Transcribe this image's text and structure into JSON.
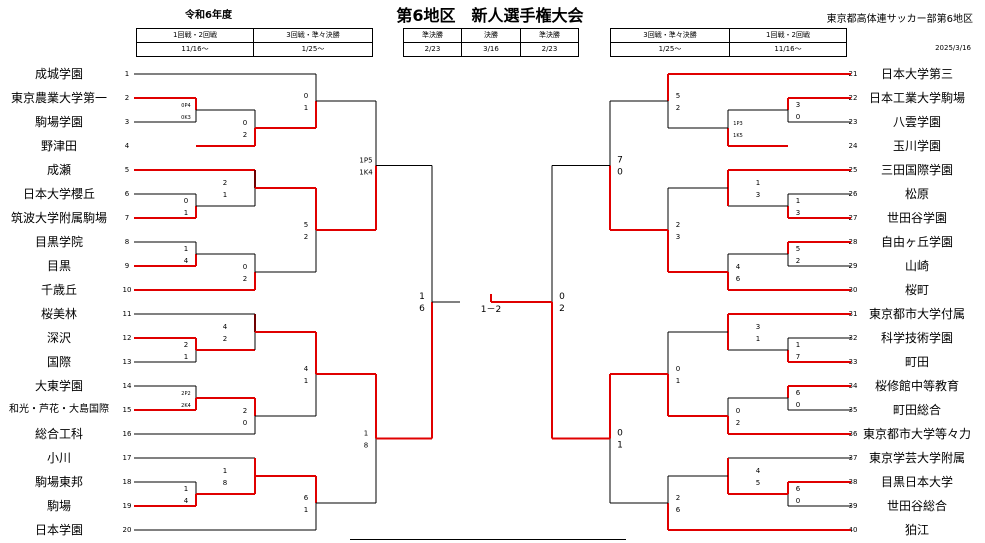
{
  "header": {
    "era": "令和6年度",
    "title": "第6地区　新人選手権大会",
    "organizer": "東京都高体連サッカー部第6地区",
    "print_date": "2025/3/16"
  },
  "schedule_left": [
    {
      "round": "1回戦・2回戦",
      "date": "11/16〜"
    },
    {
      "round": "3回戦・準々決勝",
      "date": "1/25〜"
    }
  ],
  "schedule_center": [
    {
      "round": "準決勝",
      "date": "2/23"
    },
    {
      "round": "決勝",
      "date": "3/16"
    },
    {
      "round": "準決勝",
      "date": "2/23"
    }
  ],
  "schedule_right": [
    {
      "round": "3回戦・準々決勝",
      "date": "1/25〜"
    },
    {
      "round": "1回戦・2回戦",
      "date": "11/16〜"
    }
  ],
  "teams_left": [
    {
      "seed": "1",
      "name": "成城学園"
    },
    {
      "seed": "2",
      "name": "東京農業大学第一"
    },
    {
      "seed": "3",
      "name": "駒場学園"
    },
    {
      "seed": "4",
      "name": "野津田"
    },
    {
      "seed": "5",
      "name": "成瀬"
    },
    {
      "seed": "6",
      "name": "日本大学櫻丘"
    },
    {
      "seed": "7",
      "name": "筑波大学附属駒場"
    },
    {
      "seed": "8",
      "name": "目黒学院"
    },
    {
      "seed": "9",
      "name": "目黒"
    },
    {
      "seed": "10",
      "name": "千歳丘"
    },
    {
      "seed": "11",
      "name": "桜美林"
    },
    {
      "seed": "12",
      "name": "深沢"
    },
    {
      "seed": "13",
      "name": "国際"
    },
    {
      "seed": "14",
      "name": "大東学園"
    },
    {
      "seed": "15",
      "name": "和光・芦花・大島国際"
    },
    {
      "seed": "16",
      "name": "総合工科"
    },
    {
      "seed": "17",
      "name": "小川"
    },
    {
      "seed": "18",
      "name": "駒場東邦"
    },
    {
      "seed": "19",
      "name": "駒場"
    },
    {
      "seed": "20",
      "name": "日本学園"
    }
  ],
  "teams_right": [
    {
      "seed": "21",
      "name": "日本大学第三"
    },
    {
      "seed": "22",
      "name": "日本工業大学駒場"
    },
    {
      "seed": "23",
      "name": "八雲学園"
    },
    {
      "seed": "24",
      "name": "玉川学園"
    },
    {
      "seed": "25",
      "name": "三田国際学園"
    },
    {
      "seed": "26",
      "name": "松原"
    },
    {
      "seed": "27",
      "name": "世田谷学園"
    },
    {
      "seed": "28",
      "name": "自由ヶ丘学園"
    },
    {
      "seed": "29",
      "name": "山崎"
    },
    {
      "seed": "30",
      "name": "桜町"
    },
    {
      "seed": "31",
      "name": "東京都市大学付属"
    },
    {
      "seed": "32",
      "name": "科学技術学園"
    },
    {
      "seed": "33",
      "name": "町田"
    },
    {
      "seed": "34",
      "name": "桜修館中等教育"
    },
    {
      "seed": "35",
      "name": "町田総合"
    },
    {
      "seed": "36",
      "name": "東京都市大学等々力"
    },
    {
      "seed": "37",
      "name": "東京学芸大学附属"
    },
    {
      "seed": "38",
      "name": "目黒日本大学"
    },
    {
      "seed": "39",
      "name": "世田谷総合"
    },
    {
      "seed": "40",
      "name": "狛江"
    }
  ],
  "scores": {
    "l_r1_2_3": [
      "0P4",
      "0K3"
    ],
    "l_r2_1_23": [
      "0",
      "1"
    ],
    "l_r2_23_4": [
      "0",
      "2"
    ],
    "l_r1_6_7": [
      "0",
      "1"
    ],
    "l_r2_5_67": [
      "2",
      "1"
    ],
    "l_r2_8_9": [
      "1",
      "4"
    ],
    "l_r2_89_10": [
      "0",
      "2"
    ],
    "l_qf_top": [
      "1P5",
      "1K4"
    ],
    "l_qf_57": [
      "5",
      "2"
    ],
    "l_r1_12_13": [
      "2",
      "1"
    ],
    "l_r2_11_1213": [
      "4",
      "2"
    ],
    "l_r1_14_15": [
      "2P2",
      "2K4"
    ],
    "l_r2_1415_16": [
      "2",
      "0"
    ],
    "l_qf_1116": [
      "4",
      "1"
    ],
    "l_r1_18_19": [
      "1",
      "4"
    ],
    "l_r2_17_1819": [
      "1",
      "8"
    ],
    "l_qf_1720": [
      "6",
      "1"
    ],
    "l_sf2": [
      "1",
      "8"
    ],
    "l_sf": [
      "1",
      "6"
    ],
    "final": "1－2",
    "r_sf": [
      "0",
      "2"
    ],
    "r_qf_top": [
      "5",
      "2"
    ],
    "r_r1_22_23": [
      "3",
      "0"
    ],
    "r_r2_2223_24": [
      "1P3",
      "1K5"
    ],
    "r_r3_top": [
      "7",
      "0"
    ],
    "r_r1_26_27": [
      "1",
      "3"
    ],
    "r_r2_25_2627": [
      "1",
      "3"
    ],
    "r_qf_2530": [
      "2",
      "3"
    ],
    "r_r1_28_29": [
      "5",
      "2"
    ],
    "r_r2_2829_30": [
      "4",
      "6"
    ],
    "r_r1_32_33": [
      "1",
      "7"
    ],
    "r_r2_31_3233": [
      "3",
      "1"
    ],
    "r_qf_3136": [
      "0",
      "1"
    ],
    "r_r1_34_35": [
      "6",
      "0"
    ],
    "r_r2_3435_36": [
      "0",
      "2"
    ],
    "r_sf2": [
      "0",
      "1"
    ],
    "r_r1_38_39": [
      "6",
      "0"
    ],
    "r_r2_37_3839": [
      "4",
      "5"
    ],
    "r_qf_3740": [
      "2",
      "6"
    ]
  },
  "colors": {
    "winner_line": "#e00000",
    "line": "#000000"
  }
}
